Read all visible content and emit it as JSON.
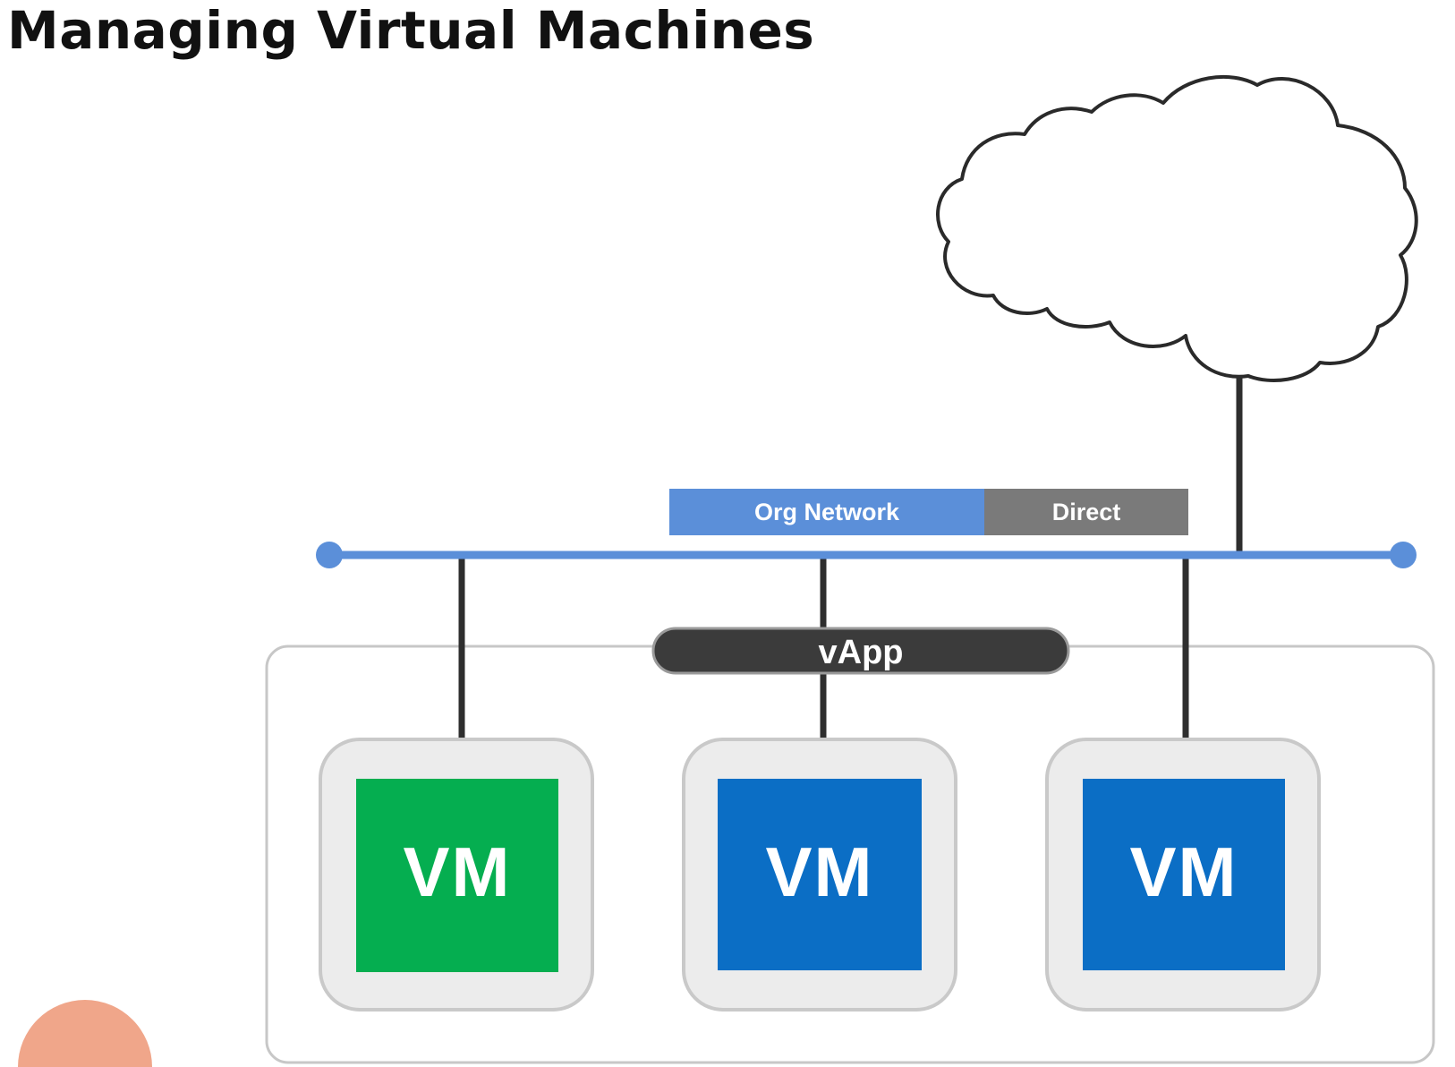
{
  "slide": {
    "title": "Managing Virtual Machines"
  },
  "network": {
    "org_label": "Org Network",
    "mode_label": "Direct"
  },
  "vapp": {
    "label": "vApp"
  },
  "vms": [
    {
      "label": "VM",
      "color": "#05ae50"
    },
    {
      "label": "VM",
      "color": "#0b6ec5"
    },
    {
      "label": "VM",
      "color": "#0b6ec5"
    }
  ],
  "colors": {
    "network_line": "#5b8fd9",
    "org_network_bg": "#5b8fd9",
    "direct_bg": "#7a7a7a",
    "vapp_label_bg": "#3b3b3b",
    "connector": "#2e2e2e",
    "accent_circle": "#f0a68a"
  }
}
